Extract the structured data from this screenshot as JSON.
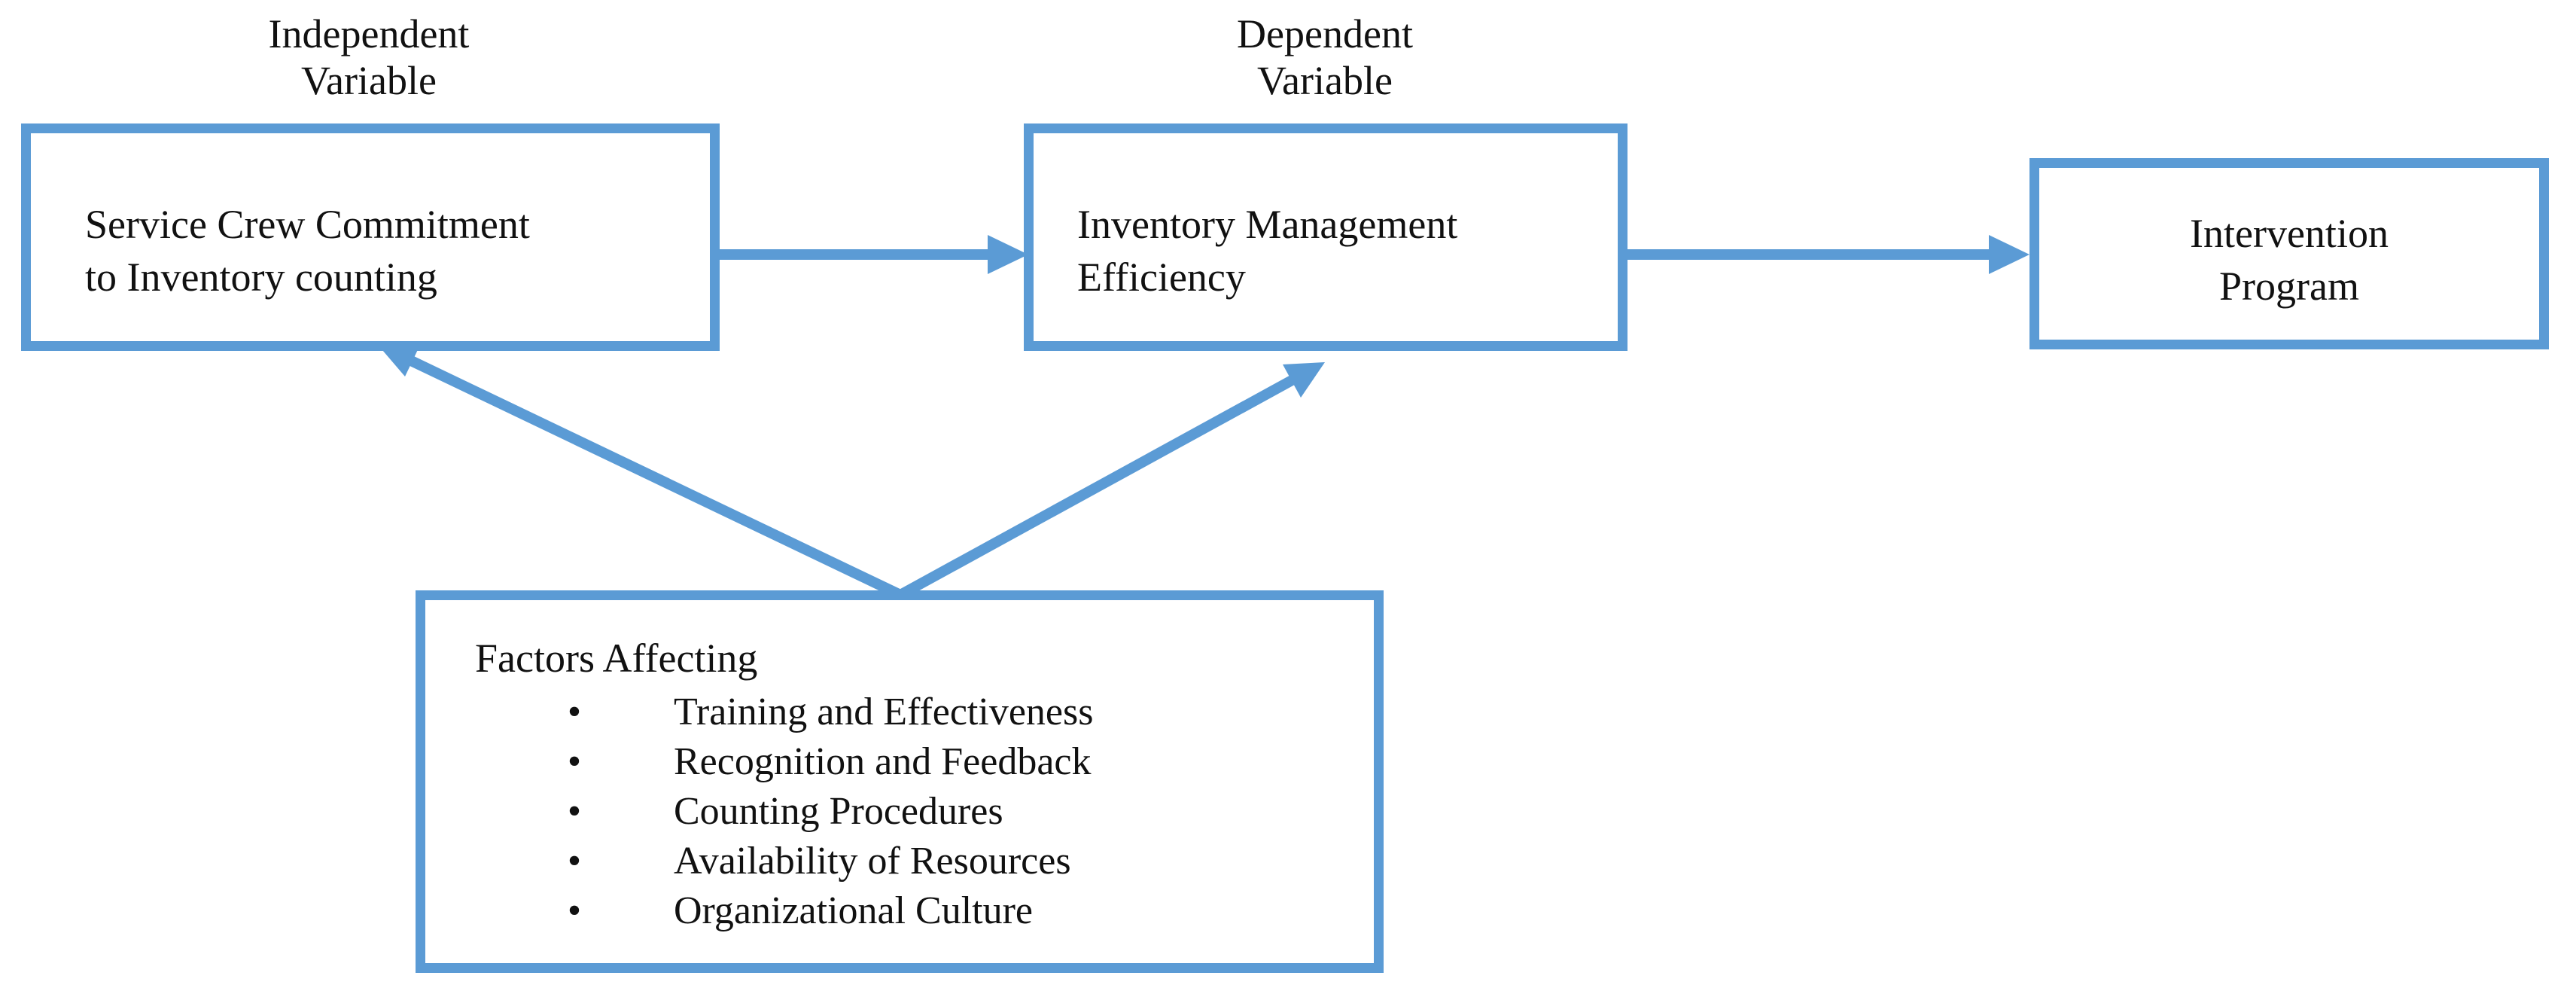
{
  "headings": {
    "independent": [
      "Independent",
      "Variable"
    ],
    "dependent": [
      "Dependent",
      "Variable"
    ]
  },
  "boxes": {
    "independent_variable": [
      "Service Crew Commitment",
      "to Inventory counting"
    ],
    "dependent_variable": [
      "Inventory Management",
      "Efficiency"
    ],
    "intervention": [
      "Intervention",
      "Program"
    ]
  },
  "factors": {
    "title": "Factors Affecting",
    "bullet": "•",
    "items": [
      "Training and Effectiveness",
      "Recognition and Feedback",
      "Counting Procedures",
      "Availability of Resources",
      "Organizational Culture"
    ]
  },
  "colors": {
    "line": "#5b9bd5",
    "text": "#111111",
    "background": "#ffffff"
  }
}
